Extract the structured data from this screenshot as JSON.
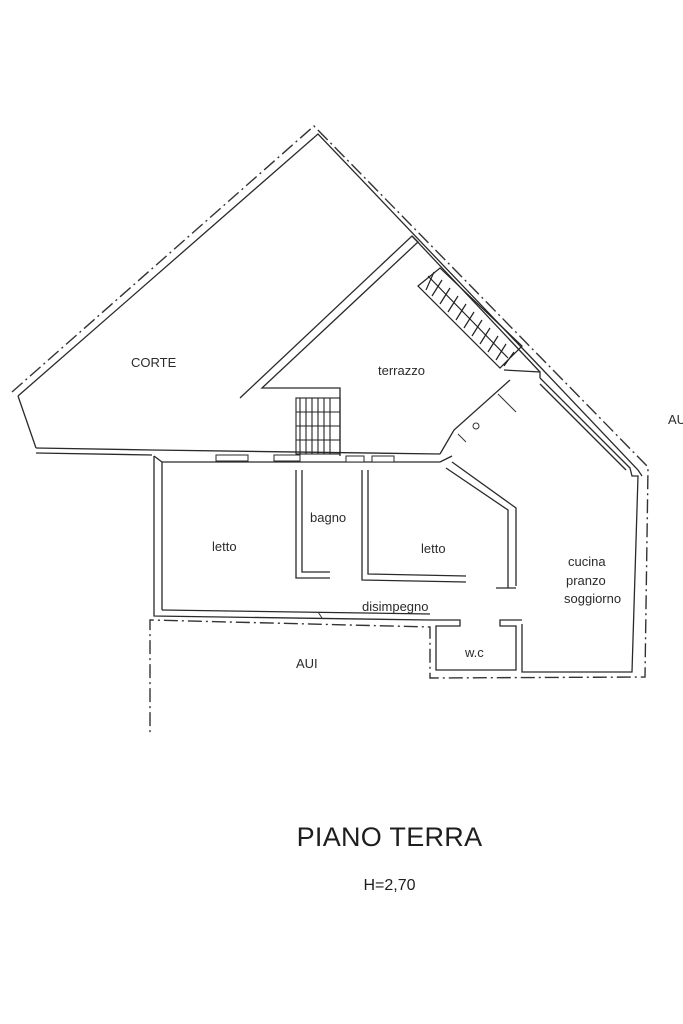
{
  "plan": {
    "title": "PIANO TERRA",
    "height": "H=2,70",
    "rooms": {
      "corte": "CORTE",
      "terrazzo": "terrazzo",
      "bagno": "bagno",
      "letto_left": "letto",
      "letto_right": "letto",
      "cucina_line1": "cucina",
      "cucina_line2": "pranzo",
      "cucina_line3": "soggiorno",
      "disimpegno": "disimpegno",
      "wc": "w.c",
      "aui_bottom": "AUI",
      "aui_right": "AU"
    }
  }
}
